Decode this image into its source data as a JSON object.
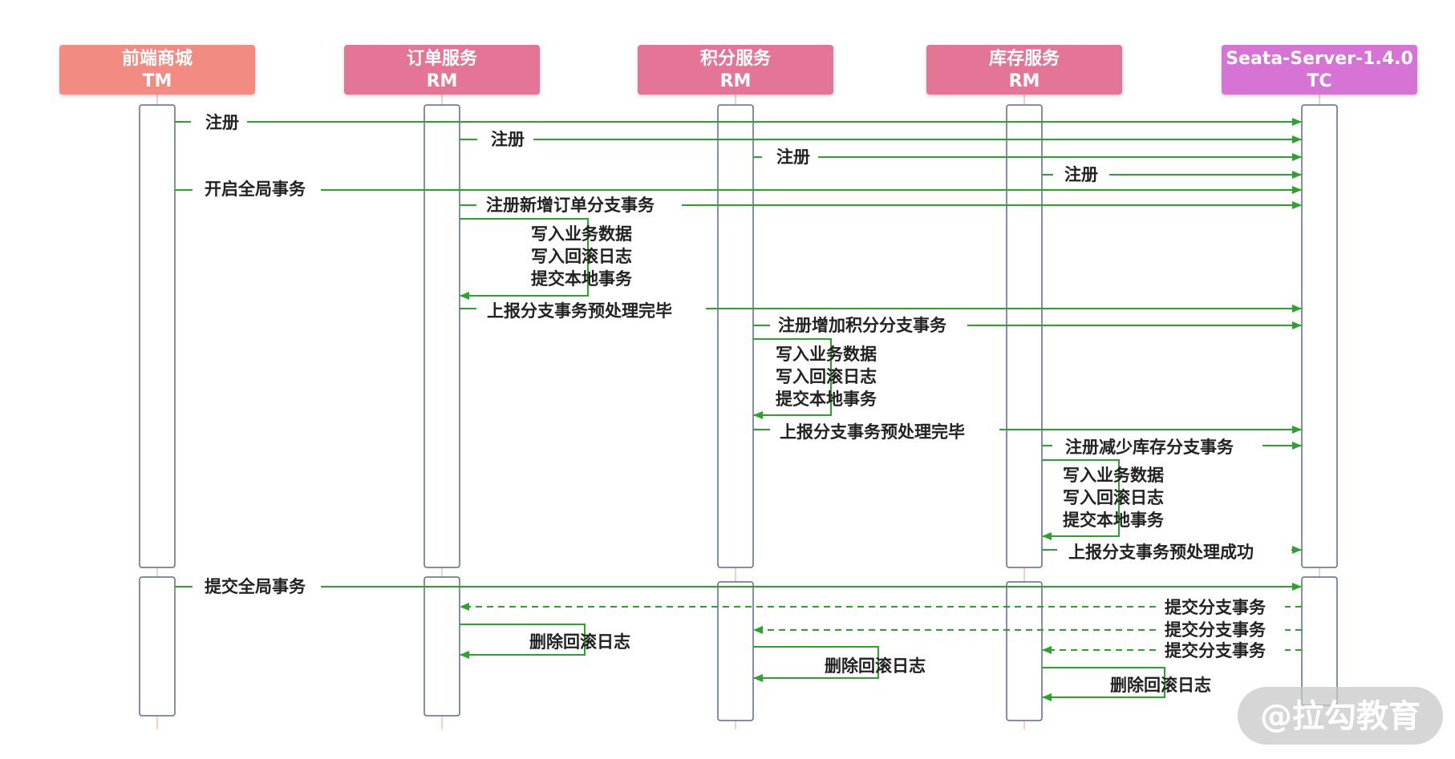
{
  "participants": [
    {
      "name": "前端商城",
      "role": "TM",
      "color": "#f28b82"
    },
    {
      "name": "订单服务",
      "role": "RM",
      "color": "#e57497"
    },
    {
      "name": "积分服务",
      "role": "RM",
      "color": "#e57497"
    },
    {
      "name": "库存服务",
      "role": "RM",
      "color": "#e57497"
    },
    {
      "name": "Seata-Server-1.4.0",
      "role": "TC",
      "color": "#d873d6"
    }
  ],
  "messages": {
    "m1": "注册",
    "m2": "注册",
    "m3": "注册",
    "m4": "注册",
    "m5": "开启全局事务",
    "m6": "注册新增订单分支事务",
    "m7a": "写入业务数据",
    "m7b": "写入回滚日志",
    "m7c": "提交本地事务",
    "m8": "上报分支事务预处理完毕",
    "m9": "注册增加积分分支事务",
    "m10a": "写入业务数据",
    "m10b": "写入回滚日志",
    "m10c": "提交本地事务",
    "m11": "上报分支事务预处理完毕",
    "m12": "注册减少库存分支事务",
    "m13a": "写入业务数据",
    "m13b": "写入回滚日志",
    "m13c": "提交本地事务",
    "m14": "上报分支事务预处理成功",
    "m15": "提交全局事务",
    "m16": "提交分支事务",
    "m17": "提交分支事务",
    "m18": "提交分支事务",
    "m19": "删除回滚日志",
    "m20": "删除回滚日志",
    "m21": "删除回滚日志"
  },
  "watermark": "@拉勾教育",
  "colors": {
    "arrow": "#2aa52a",
    "activation_border": "#5a6a8a",
    "lifeline": "#f0a080"
  }
}
